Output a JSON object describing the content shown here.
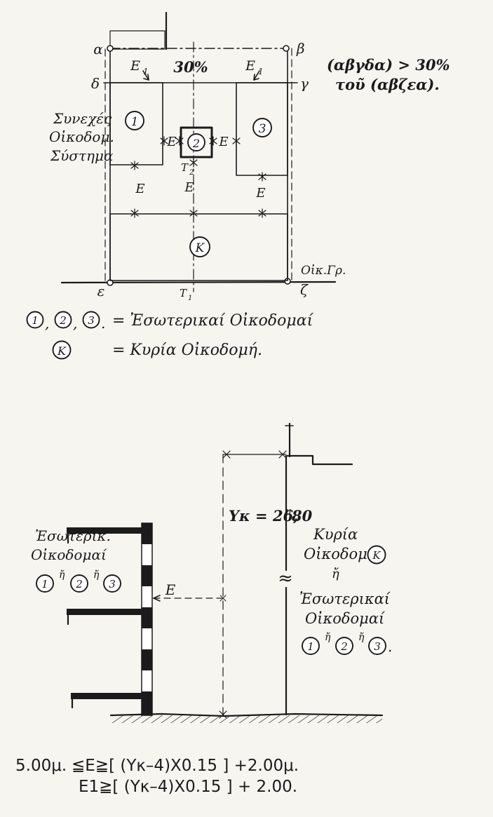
{
  "plan": {
    "corners": {
      "alpha": "α",
      "beta": "β",
      "delta": "δ",
      "gamma": "γ",
      "epsilon": "ε",
      "zeta": "ζ"
    },
    "strip_percent": "30%",
    "e1": {
      "base": "E",
      "sub": "1"
    },
    "note_line1": "(αβγδα) > 30%",
    "note_line2": "τοῦ (αβζεα).",
    "system_text": [
      "Συνεχές",
      "Οἰκοδομ.",
      "Σύστημα"
    ],
    "regions": {
      "r1": "1",
      "r2": "2",
      "r3": "3",
      "k": "K"
    },
    "e": "E",
    "t1": {
      "base": "T",
      "sub": "1"
    },
    "t2": {
      "base": "T",
      "sub": "2"
    },
    "oik_gr": "Οἰκ.Γρ."
  },
  "legend": {
    "n1": "1",
    "n2": "2",
    "n3": "3",
    "k": "K",
    "comma": ",",
    "period": ".",
    "line1": "= Ἐσωτερικαί Οἰκοδομαί",
    "line2": "= Κυρία Οἰκοδομή."
  },
  "section": {
    "yk_prefix": "Yκ = 26,",
    "yk_sup": "μ",
    "yk_suffix": "80",
    "approx": "≈",
    "e": "E",
    "left_line1": "Ἐσωτερικ.",
    "left_line2": "Οἰκοδομαί",
    "or": "ἤ",
    "n1": "1",
    "n2": "2",
    "n3": "3",
    "k": "K",
    "right_line1": "Κυρία",
    "right_line2": "Οἰκοδομή",
    "right_line3": "Ἐσωτερικαί",
    "right_line4": "Οἰκοδομαί",
    "period": "."
  },
  "formulas": {
    "line1_left": "5.00μ.",
    "line1_right": "≦E≧[ (Yκ–4)X0.15 ] +2.00μ.",
    "line2": "E1≧[ (Yκ–4)X0.15 ] + 2.00."
  }
}
